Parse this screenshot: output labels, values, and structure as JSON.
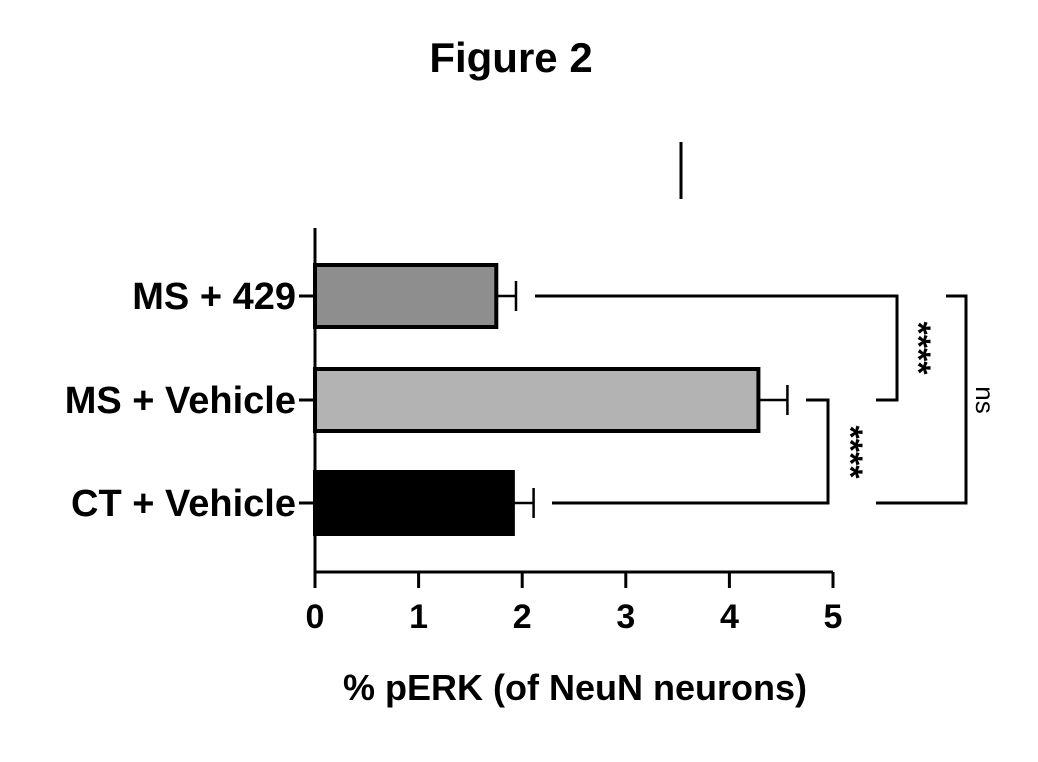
{
  "chart_data": {
    "type": "bar",
    "orientation": "horizontal",
    "title": "Figure 2",
    "xlabel": "% pERK (of NeuN neurons)",
    "ylabel": "",
    "xlim": [
      0,
      5
    ],
    "xticks": [
      "0",
      "1",
      "2",
      "3",
      "4",
      "5"
    ],
    "categories": [
      "MS + 429",
      "MS + Vehicle",
      "CT + Vehicle"
    ],
    "values": [
      1.75,
      4.28,
      1.91
    ],
    "errors": [
      0.19,
      0.28,
      0.2
    ],
    "bar_colors": [
      "#8e8e8e",
      "#b3b3b3",
      "#000000"
    ],
    "grid": false,
    "legend": "none",
    "significance": [
      {
        "between": [
          "MS + 429",
          "MS + Vehicle"
        ],
        "label": "****"
      },
      {
        "between": [
          "MS + Vehicle",
          "CT + Vehicle"
        ],
        "label": "****"
      },
      {
        "between": [
          "MS + 429",
          "CT + Vehicle"
        ],
        "label": "ns"
      }
    ]
  }
}
